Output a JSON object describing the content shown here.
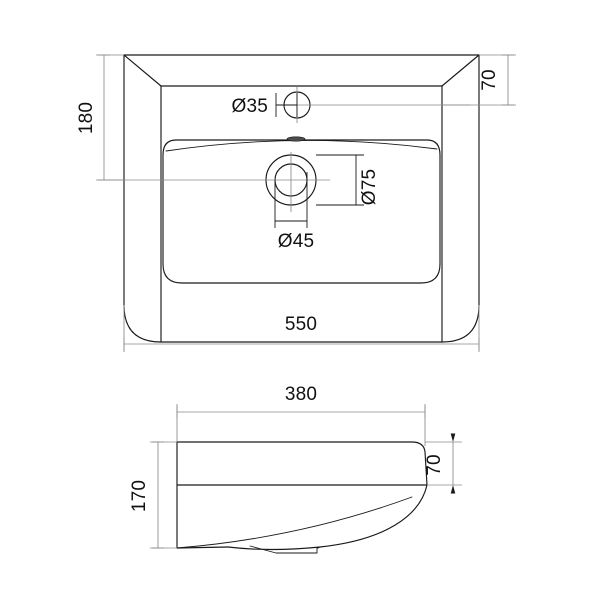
{
  "drawing": {
    "title": "Washbasin dimensional drawing",
    "background_color": "#ffffff",
    "line_color": "#1a1a1a",
    "dimension_line_color": "#8a8a8a",
    "units_note": "",
    "views": [
      {
        "name": "top-view",
        "label": "",
        "description": "Plan view of rectangular washbasin with chamfered rear corners, rounded bowl, single tap hole and waste outlet"
      },
      {
        "name": "side-view",
        "label": "",
        "description": "Side section profile of washbasin showing curved underside"
      }
    ]
  },
  "dimensions": {
    "top_view": {
      "depth_overall": "180",
      "rear_ledge": "70",
      "width_overall": "550",
      "tap_hole_diameter": "Ø35",
      "waste_outer_diameter": "Ø75",
      "waste_inner_diameter": "Ø45"
    },
    "side_view": {
      "depth_overall": "380",
      "height_overall": "170",
      "rim_height": "70"
    }
  },
  "labels": [
    {
      "id": "dim-180",
      "text": "180",
      "orientation": "vertical",
      "view": "top-view"
    },
    {
      "id": "dim-70-top",
      "text": "70",
      "orientation": "vertical",
      "view": "top-view"
    },
    {
      "id": "dim-d35",
      "text": "Ø35",
      "orientation": "horizontal",
      "view": "top-view"
    },
    {
      "id": "dim-d75",
      "text": "Ø75",
      "orientation": "vertical",
      "view": "top-view"
    },
    {
      "id": "dim-d45",
      "text": "Ø45",
      "orientation": "horizontal",
      "view": "top-view"
    },
    {
      "id": "dim-550",
      "text": "550",
      "orientation": "horizontal",
      "view": "top-view"
    },
    {
      "id": "dim-380",
      "text": "380",
      "orientation": "horizontal",
      "view": "side-view"
    },
    {
      "id": "dim-170",
      "text": "170",
      "orientation": "vertical",
      "view": "side-view"
    },
    {
      "id": "dim-70-side",
      "text": "70",
      "orientation": "vertical",
      "view": "side-view"
    }
  ]
}
